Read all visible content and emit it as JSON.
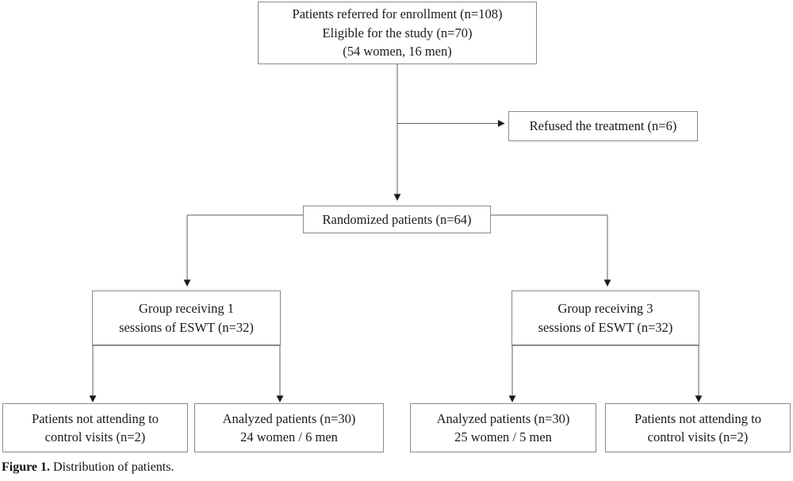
{
  "figure": {
    "caption_label": "Figure 1.",
    "caption_text": "Distribution of patients."
  },
  "diagram": {
    "type": "flowchart",
    "orientation": "top-down",
    "nodes": {
      "enrollment": {
        "id": "enrollment",
        "text": "Patients referred for enrollment (n=108)\nEligible for the study (n=70)\n(54 women, 16 men)",
        "lines": [
          "Patients referred for enrollment (n=108)",
          "Eligible for the study (n=70)",
          "(54 women, 16 men)"
        ],
        "n_referred": 108,
        "n_eligible": 70,
        "women": 54,
        "men": 16
      },
      "refused": {
        "id": "refused",
        "text": "Refused the treatment (n=6)",
        "n": 6
      },
      "randomized": {
        "id": "randomized",
        "text": "Randomized patients (n=64)",
        "n": 64
      },
      "group1": {
        "id": "group1",
        "text": "Group receiving 1\nsessions of ESWT (n=32)",
        "lines": [
          "Group receiving 1",
          "sessions of ESWT (n=32)"
        ],
        "sessions": 1,
        "n": 32
      },
      "group3": {
        "id": "group3",
        "text": "Group receiving 3\nsessions of ESWT (n=32)",
        "lines": [
          "Group receiving 3",
          "sessions of ESWT (n=32)"
        ],
        "sessions": 3,
        "n": 32
      },
      "g1_dropout": {
        "id": "g1_dropout",
        "text": "Patients not attending to\ncontrol visits (n=2)",
        "lines": [
          "Patients not attending to",
          "control visits (n=2)"
        ],
        "n": 2
      },
      "g1_analyzed": {
        "id": "g1_analyzed",
        "text": "Analyzed patients (n=30)\n24 women / 6 men",
        "lines": [
          "Analyzed patients (n=30)",
          "24 women / 6 men"
        ],
        "n": 30,
        "women": 24,
        "men": 6
      },
      "g3_analyzed": {
        "id": "g3_analyzed",
        "text": "Analyzed patients (n=30)\n25 women / 5 men",
        "lines": [
          "Analyzed patients (n=30)",
          "25 women / 5 men"
        ],
        "n": 30,
        "women": 25,
        "men": 5
      },
      "g3_dropout": {
        "id": "g3_dropout",
        "text": "Patients not attending to\ncontrol visits (n=2)",
        "lines": [
          "Patients not attending to",
          "control visits (n=2)"
        ],
        "n": 2
      }
    },
    "edges": [
      {
        "from": "enrollment",
        "to": "refused",
        "style": "elbow-right",
        "arrow": true
      },
      {
        "from": "enrollment",
        "to": "randomized",
        "style": "straight-down",
        "arrow": true
      },
      {
        "from": "randomized",
        "to": "group1",
        "style": "elbow-left",
        "arrow": true
      },
      {
        "from": "randomized",
        "to": "group3",
        "style": "elbow-right",
        "arrow": true
      },
      {
        "from": "group1",
        "to": "g1_dropout",
        "style": "elbow-left",
        "arrow": true
      },
      {
        "from": "group1",
        "to": "g1_analyzed",
        "style": "elbow-right",
        "arrow": true
      },
      {
        "from": "group3",
        "to": "g3_analyzed",
        "style": "elbow-left",
        "arrow": true
      },
      {
        "from": "group3",
        "to": "g3_dropout",
        "style": "elbow-right",
        "arrow": true
      }
    ],
    "colors": {
      "border": "#8a8a8a",
      "connector": "#5f5f5f",
      "text": "#1a1a1a",
      "background": "#ffffff"
    }
  }
}
